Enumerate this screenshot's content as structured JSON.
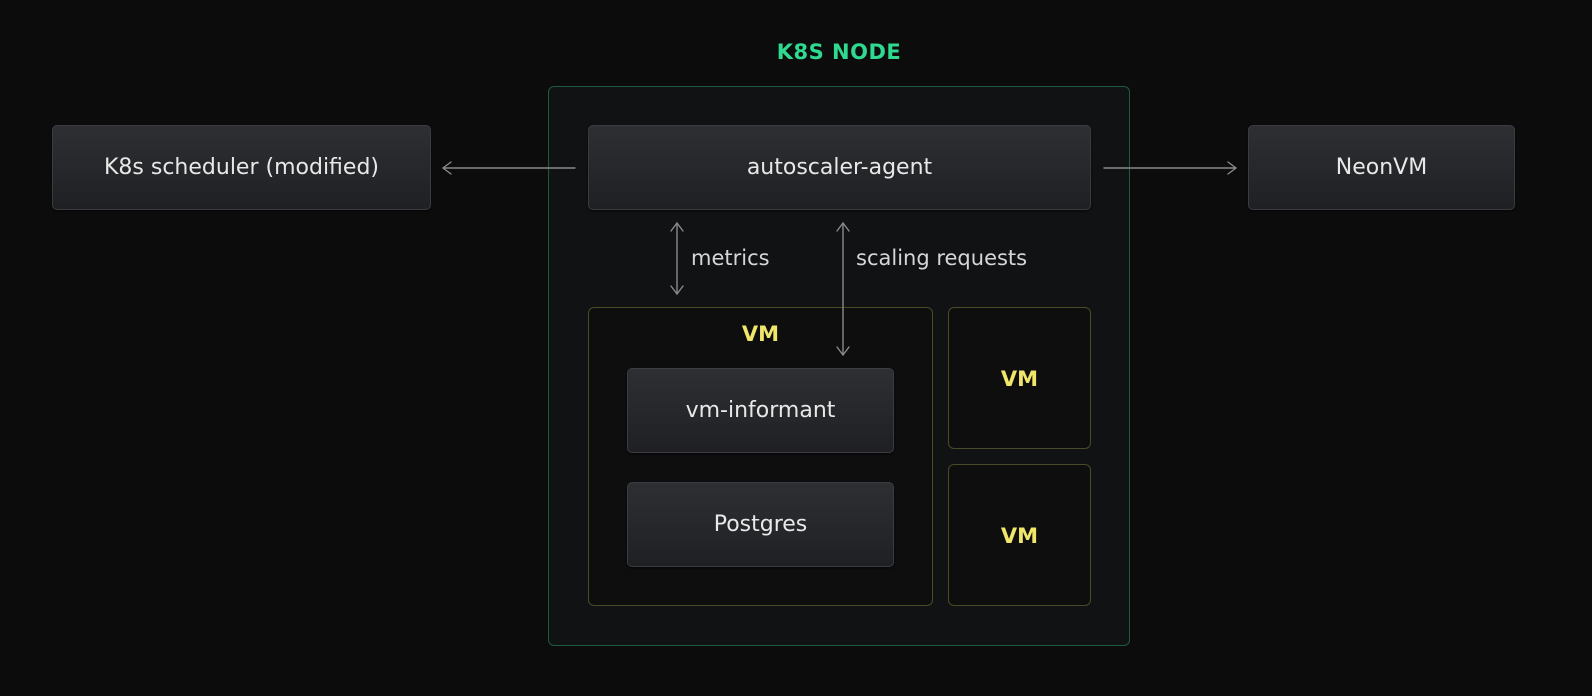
{
  "diagram": {
    "node": {
      "title": "K8S NODE",
      "autoscaler_agent": "autoscaler-agent",
      "vm_main": {
        "label": "VM",
        "vm_informant": "vm-informant",
        "postgres": "Postgres"
      },
      "vm_small_1": "VM",
      "vm_small_2": "VM"
    },
    "scheduler": "K8s scheduler (modified)",
    "neonvm": "NeonVM",
    "edges": {
      "metrics": "metrics",
      "scaling_requests": "scaling requests"
    },
    "colors": {
      "background": "#0c0c0c",
      "node_accent": "#2fd98f",
      "vm_accent": "#f0e66a",
      "arrow": "#8a8a8a"
    }
  }
}
